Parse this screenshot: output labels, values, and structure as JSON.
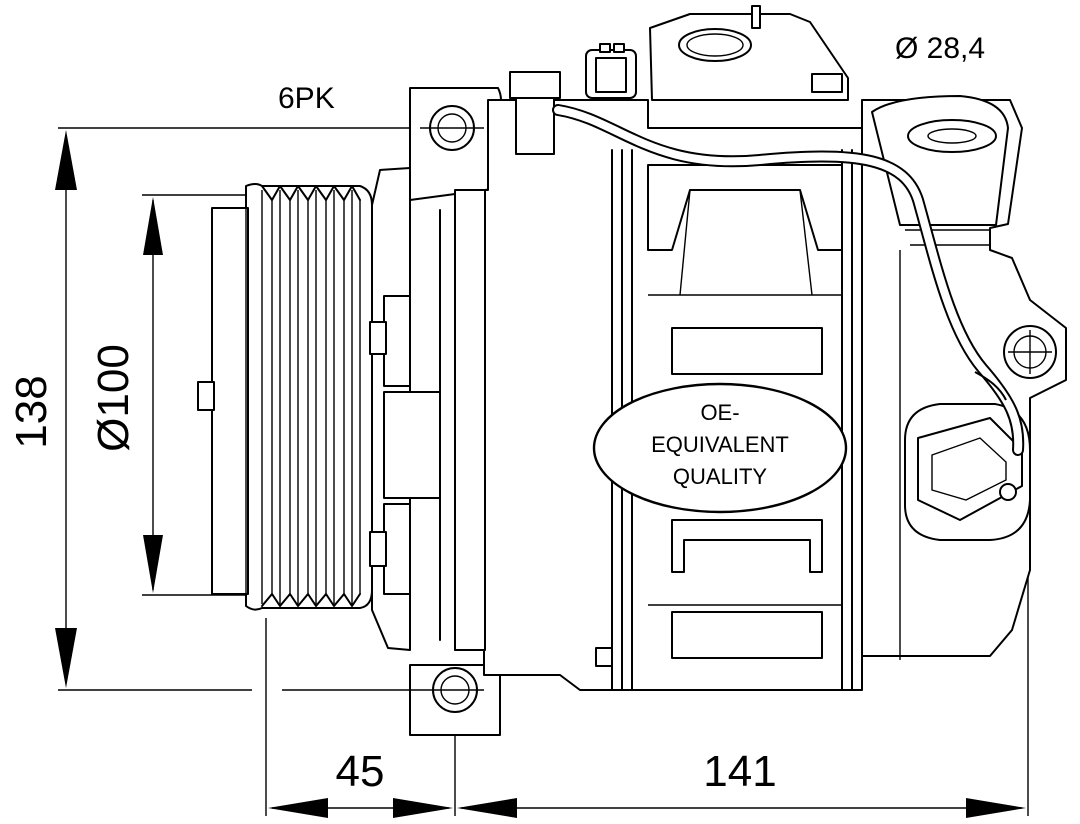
{
  "dimensions": {
    "height": "138",
    "pulley_diameter": "Ø100",
    "pulley_depth": "45",
    "body_length": "141",
    "port_diameter": "Ø 28,4",
    "belt_profile": "6PK"
  },
  "badge": {
    "line1": "OE-",
    "line2": "EQUIVALENT",
    "line3": "QUALITY"
  }
}
